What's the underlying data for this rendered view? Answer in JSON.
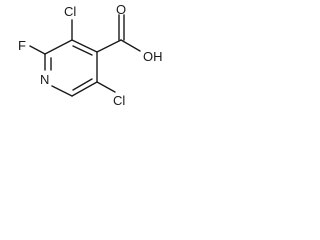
{
  "molecule": {
    "atoms": {
      "cl_top": "Cl",
      "fluorine": "F",
      "nitrogen": "N",
      "cl_bottom": "Cl",
      "carbonyl_oxygen": "O",
      "hydroxyl": "OH"
    },
    "colors": {
      "bond": "#1a1a1a",
      "label": "#1a1a1a",
      "background": "#ffffff"
    }
  }
}
